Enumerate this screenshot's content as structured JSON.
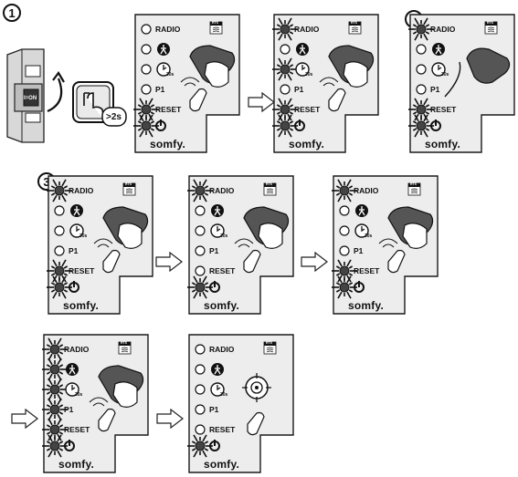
{
  "steps": [
    "1",
    "2",
    "3"
  ],
  "panel": {
    "radio_label": "RADIO",
    "rts_label": "RTS",
    "p1_label": "P1",
    "reset_label": "RESET",
    "timer_label": "30s",
    "brand": "somfy."
  },
  "breaker": {
    "label": "I=ON"
  },
  "press_hold": {
    "label": ">2s"
  },
  "icons": {
    "pedestrian": "pedestrian-icon",
    "timer": "timer-icon",
    "power": "power-icon",
    "remote": "remote-control-icon",
    "hand": "hand-pressing-icon",
    "target": "target-icon"
  },
  "colors": {
    "panel_fill": "#ededed",
    "panel_border": "#1a1a1a",
    "led_blink": "#111111",
    "arrow_fill": "#ffffff"
  }
}
